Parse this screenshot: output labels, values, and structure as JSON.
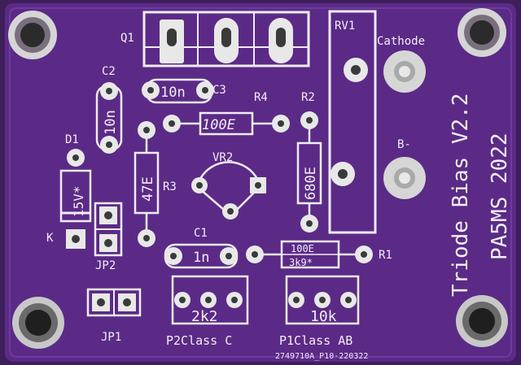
{
  "board": {
    "colors": {
      "board": "#5b2a86",
      "board_edge": "#3d1f5a",
      "silk": "#f0ecf5",
      "pad": "#dcdcdc",
      "pad_hole": "#9a9a9a",
      "mount_ring": "#c8c8c8"
    },
    "title_line1": "Triode Bias V2.2",
    "title_line2": "PA5MS 2022",
    "serial": "2749710A_P10-220322"
  },
  "refs": {
    "q1": "Q1",
    "rv1": "RV1",
    "cathode": "Cathode",
    "b_minus": "B-",
    "c2": "C2",
    "c3": "C3",
    "c1": "C1",
    "r4": "R4",
    "r2": "R2",
    "r3": "R3",
    "r1": "R1",
    "d1": "D1",
    "vr2": "VR2",
    "k": "K",
    "jp1": "JP1",
    "jp2": "JP2"
  },
  "values": {
    "c3": "10n",
    "c2": "10n",
    "c1": "1n",
    "r4": "100E",
    "r2": "680E",
    "r3": "47E",
    "r1_top": "100E",
    "r1_bottom": "3k9*",
    "d1": "15V*",
    "p2": "2k2",
    "p1": "10k"
  },
  "pots": {
    "p2_label": "P2Class C",
    "p1_label": "P1Class AB"
  }
}
